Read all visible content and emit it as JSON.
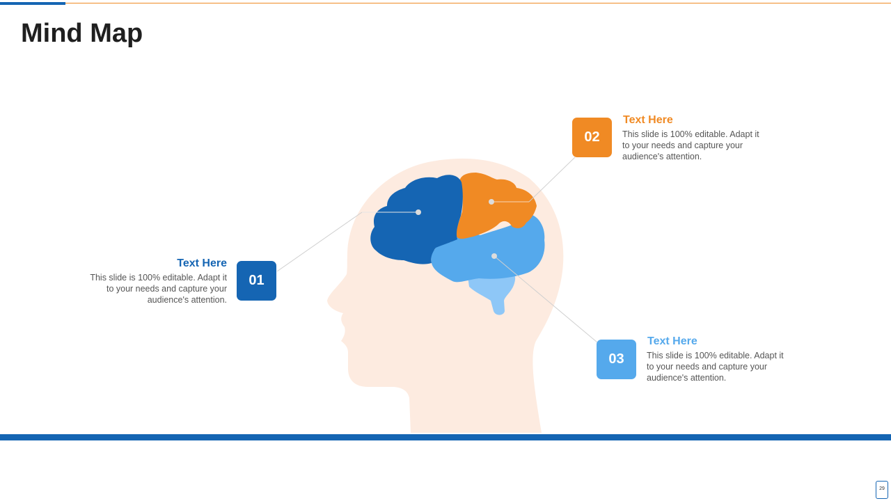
{
  "slide": {
    "title": "Mind Map",
    "page_number": "29"
  },
  "colors": {
    "dark_blue": "#1565B3",
    "orange": "#F08A24",
    "light_blue": "#55A9EC",
    "pale_blue": "#8EC7F7",
    "skin": "#FDEBE0",
    "connector": "#cfcfcf"
  },
  "items": [
    {
      "number": "01",
      "title": "Text Here",
      "body": "This slide is 100% editable. Adapt it to your needs and capture your audience's attention."
    },
    {
      "number": "02",
      "title": "Text Here",
      "body": "This slide is 100% editable. Adapt it to your needs and capture your audience's attention."
    },
    {
      "number": "03",
      "title": "Text Here",
      "body": "This slide is 100% editable. Adapt it to your needs and capture your audience's attention."
    }
  ]
}
